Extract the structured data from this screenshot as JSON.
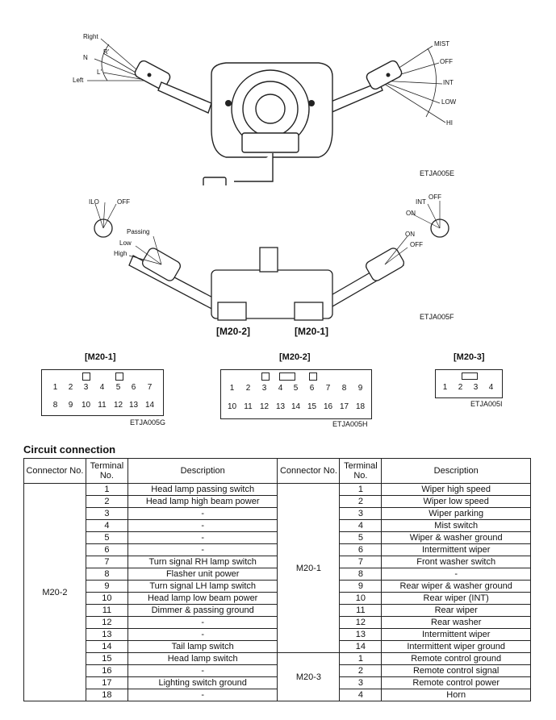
{
  "figure_top": {
    "lever_labels_left": [
      "Right",
      "R'",
      "N",
      "L'",
      "Left"
    ],
    "lever_labels_right": [
      "MIST",
      "OFF",
      "INT",
      "LOW",
      "HI"
    ],
    "code": "ETJA005E"
  },
  "figure_mid": {
    "light_knob_labels": [
      "ILO",
      "OFF"
    ],
    "beam_labels": [
      "Passing",
      "Low",
      "High"
    ],
    "wiper_knob_labels": [
      "INT",
      "OFF",
      "ON",
      "ON",
      "OFF"
    ],
    "connector_labels": [
      "[M20-2]",
      "[M20-1]"
    ],
    "code": "ETJA005F"
  },
  "connector_faces": [
    {
      "title": "[M20-1]",
      "top_row": [
        "1",
        "2",
        "3",
        "4",
        "5",
        "6",
        "7"
      ],
      "bottom_row": [
        "8",
        "9",
        "10",
        "11",
        "12",
        "13",
        "14"
      ],
      "code": "ETJA005G"
    },
    {
      "title": "[M20-2]",
      "top_row": [
        "1",
        "2",
        "3",
        "4",
        "5",
        "6",
        "7",
        "8",
        "9"
      ],
      "bottom_row": [
        "10",
        "11",
        "12",
        "13",
        "14",
        "15",
        "16",
        "17",
        "18"
      ],
      "code": "ETJA005H"
    },
    {
      "title": "[M20-3]",
      "top_row": [
        "1",
        "2",
        "3",
        "4"
      ],
      "bottom_row": [],
      "code": "ETJA005I"
    }
  ],
  "section_title": "Circuit connection",
  "table_headers": [
    "Connector No.",
    "Terminal No.",
    "Description",
    "Connector No.",
    "Terminal No.",
    "Description"
  ],
  "left_group": {
    "connector": "M20-2",
    "rows": [
      [
        "1",
        "Head lamp passing switch"
      ],
      [
        "2",
        "Head lamp high beam power"
      ],
      [
        "3",
        "-"
      ],
      [
        "4",
        "-"
      ],
      [
        "5",
        "-"
      ],
      [
        "6",
        "-"
      ],
      [
        "7",
        "Turn signal RH lamp switch"
      ],
      [
        "8",
        "Flasher unit power"
      ],
      [
        "9",
        "Turn signal LH lamp switch"
      ],
      [
        "10",
        "Head lamp low beam power"
      ],
      [
        "11",
        "Dimmer & passing ground"
      ],
      [
        "12",
        "-"
      ],
      [
        "13",
        "-"
      ],
      [
        "14",
        "Tail lamp switch"
      ],
      [
        "15",
        "Head lamp switch"
      ],
      [
        "16",
        "-"
      ],
      [
        "17",
        "Lighting switch ground"
      ],
      [
        "18",
        "-"
      ]
    ]
  },
  "right_groups": [
    {
      "connector": "M20-1",
      "rows": [
        [
          "1",
          "Wiper high speed"
        ],
        [
          "2",
          "Wiper low speed"
        ],
        [
          "3",
          "Wiper parking"
        ],
        [
          "4",
          "Mist switch"
        ],
        [
          "5",
          "Wiper & washer ground"
        ],
        [
          "6",
          "Intermittent wiper"
        ],
        [
          "7",
          "Front washer switch"
        ],
        [
          "8",
          "-"
        ],
        [
          "9",
          "Rear wiper & washer ground"
        ],
        [
          "10",
          "Rear wiper (INT)"
        ],
        [
          "11",
          "Rear wiper"
        ],
        [
          "12",
          "Rear washer"
        ],
        [
          "13",
          "Intermittent wiper"
        ],
        [
          "14",
          "Intermittent wiper ground"
        ]
      ]
    },
    {
      "connector": "M20-3",
      "rows": [
        [
          "1",
          "Remote control ground"
        ],
        [
          "2",
          "Remote control signal"
        ],
        [
          "3",
          "Remote control power"
        ],
        [
          "4",
          "Horn"
        ]
      ]
    }
  ]
}
